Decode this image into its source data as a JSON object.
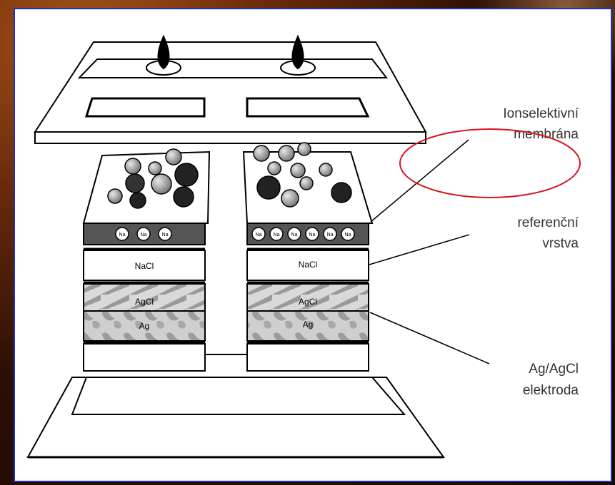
{
  "labels": {
    "membrane_line1": "Ionselektivní",
    "membrane_line2": "membrána",
    "reference_line1": "referenční",
    "reference_line2": "vrstva",
    "electrode_line1": "Ag/AgCl",
    "electrode_line2": "elektroda"
  },
  "layers": {
    "nacl": "NaCl",
    "agcl": "AgCl",
    "ag": "Ag"
  },
  "ions": {
    "left": [
      "Na",
      "Na",
      "Na"
    ],
    "right": [
      "Na",
      "Na",
      "Na",
      "Na",
      "Na",
      "Na"
    ]
  },
  "colors": {
    "frame": "#1f2fc8",
    "highlight_ellipse": "#d8141e",
    "membrane": "#555555",
    "background": "#2a0f04"
  }
}
